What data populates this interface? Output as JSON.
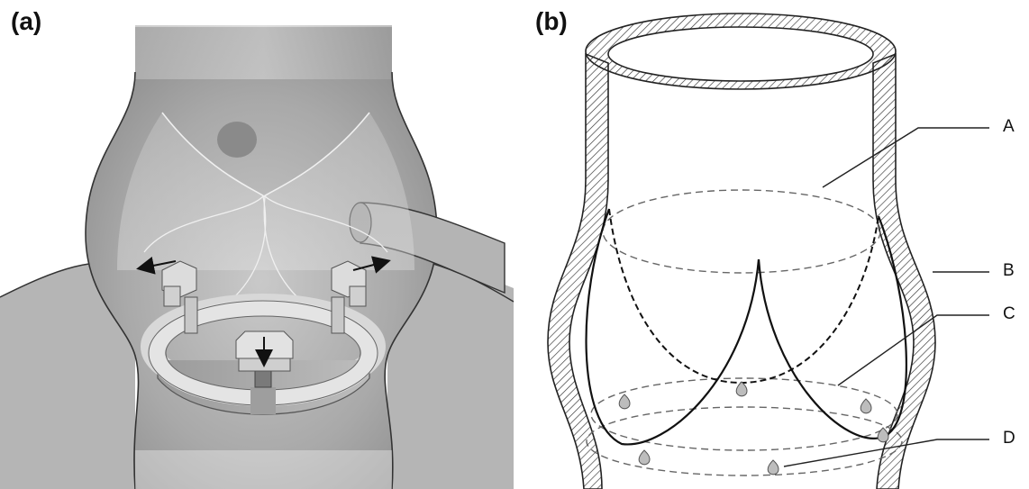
{
  "panels": [
    {
      "label": "(a)"
    },
    {
      "label": "(b)"
    }
  ],
  "callouts": {
    "A": "A",
    "B": "B",
    "C": "C",
    "D": "D"
  }
}
